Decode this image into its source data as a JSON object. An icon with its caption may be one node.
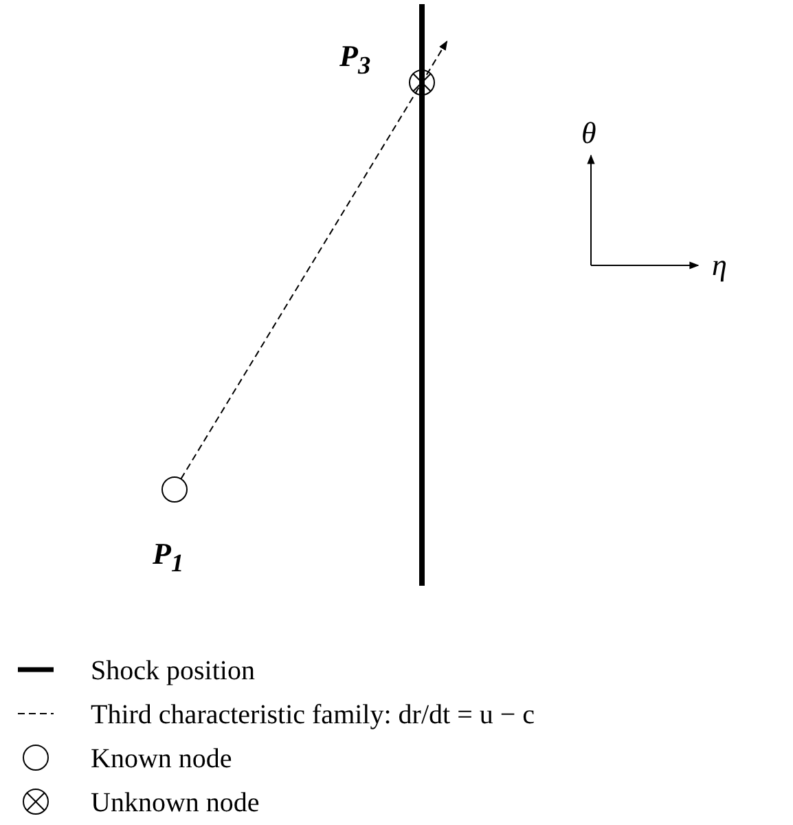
{
  "diagram": {
    "nodes": [
      {
        "text": [],
        "shape": "crossed-circle",
        "beside": [
          "P$_{3}$"
        ]
      },
      {
        "text": [],
        "shape": "circle",
        "beside": [
          "P$_{1}$"
        ]
      }
    ],
    "edges": [
      {
        "from": 1,
        "to": 0,
        "arrow": "to",
        "style": "dashed"
      }
    ],
    "labels": [
      "θ",
      "η"
    ],
    "legend": [
      {
        "text": "Shock position"
      },
      {
        "text": "Third characteristic family: dr/dt = u − c"
      },
      {
        "text": "Known node"
      },
      {
        "text": "Unknown node"
      }
    ]
  }
}
